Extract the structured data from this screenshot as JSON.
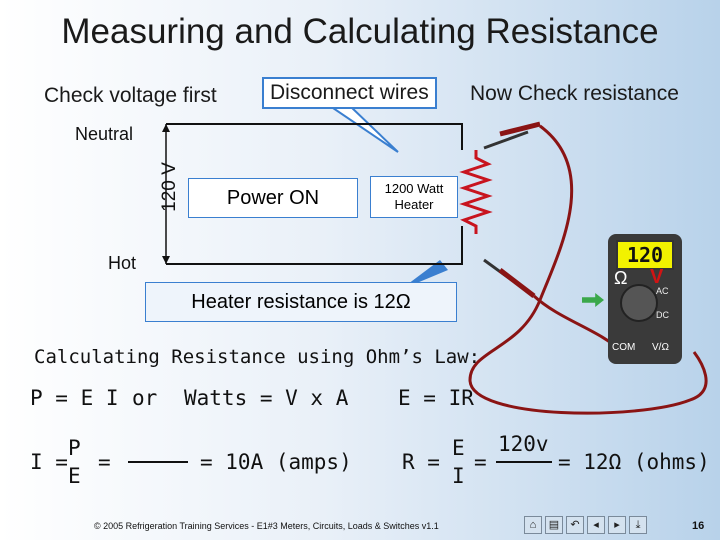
{
  "slide": {
    "title": "Measuring and Calculating Resistance",
    "steps": {
      "step1": "Check voltage first",
      "step2": "Disconnect wires",
      "step3": "Now Check resistance"
    },
    "circuit": {
      "neutral_label": "Neutral",
      "hot_label": "Hot",
      "voltage_label": "120 V",
      "switch_label": "Power ON",
      "heater_label": "1200 Watt Heater"
    },
    "result_text": "Heater resistance is 12Ω",
    "meter": {
      "display": "120",
      "ohm_symbol": "Ω",
      "volt_symbol": "V",
      "ac_label": "AC",
      "dc_label": "DC",
      "com_label": "COM",
      "vohm_label": "V/Ω"
    },
    "ohms_law": {
      "heading": "Calculating Resistance using Ohm’s Law:",
      "pei": "P = E I",
      "or": "or",
      "watts": "Watts = V x A",
      "eir": "E = IR",
      "i_lhs": "I =",
      "p_num": "P",
      "e_den": "E",
      "eq1": "=",
      "amps_result": "= 10A (amps)",
      "r_lhs": "R =",
      "e_num": "E",
      "i_den": "I",
      "eq2": "=",
      "v_num": "120v",
      "ohms_result": "= 12Ω (ohms)"
    },
    "footer": "© 2005 Refrigeration Training Services - E1#3 Meters, Circuits, Loads & Switches v1.1",
    "page_number": "16",
    "nav_icons": [
      "home-icon",
      "page-icon",
      "return-icon",
      "back-icon",
      "forward-icon",
      "end-icon"
    ]
  }
}
